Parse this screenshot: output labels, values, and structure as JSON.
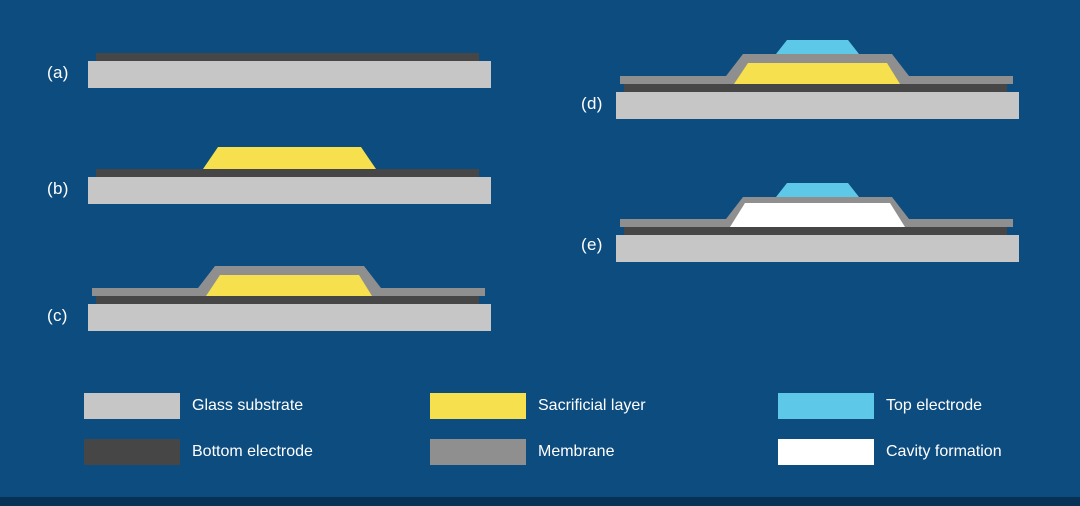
{
  "figure": {
    "description": "Microfabrication process steps diagram",
    "step_labels": {
      "a": "(a)",
      "b": "(b)",
      "c": "(c)",
      "d": "(d)",
      "e": "(e)"
    }
  },
  "colors": {
    "background": "#0d4c7f",
    "footer_band": "#083255",
    "label_text": "#ffffff",
    "glass_substrate": "#c6c6c6",
    "bottom_electrode": "#464646",
    "sacrificial_layer": "#f6e04e",
    "membrane": "#8f8f8f",
    "top_electrode": "#5ec8e8",
    "cavity": "#ffffff"
  },
  "steps": [
    {
      "label": "(a)",
      "layers": [
        "glass-substrate",
        "bottom-electrode"
      ]
    },
    {
      "label": "(b)",
      "layers": [
        "glass-substrate",
        "bottom-electrode",
        "sacrificial-layer"
      ]
    },
    {
      "label": "(c)",
      "layers": [
        "glass-substrate",
        "bottom-electrode",
        "sacrificial-layer",
        "membrane"
      ]
    },
    {
      "label": "(d)",
      "layers": [
        "glass-substrate",
        "bottom-electrode",
        "sacrificial-layer",
        "membrane",
        "top-electrode"
      ]
    },
    {
      "label": "(e)",
      "layers": [
        "glass-substrate",
        "bottom-electrode",
        "membrane",
        "cavity",
        "top-electrode"
      ]
    }
  ],
  "legend": [
    {
      "label": "Glass substrate",
      "color": "#c6c6c6"
    },
    {
      "label": "Bottom electrode",
      "color": "#464646"
    },
    {
      "label": "Sacrificial layer",
      "color": "#f6e04e"
    },
    {
      "label": "Membrane",
      "color": "#8f8f8f"
    },
    {
      "label": "Top electrode",
      "color": "#5ec8e8"
    },
    {
      "label": "Cavity formation",
      "color": "#ffffff"
    }
  ]
}
